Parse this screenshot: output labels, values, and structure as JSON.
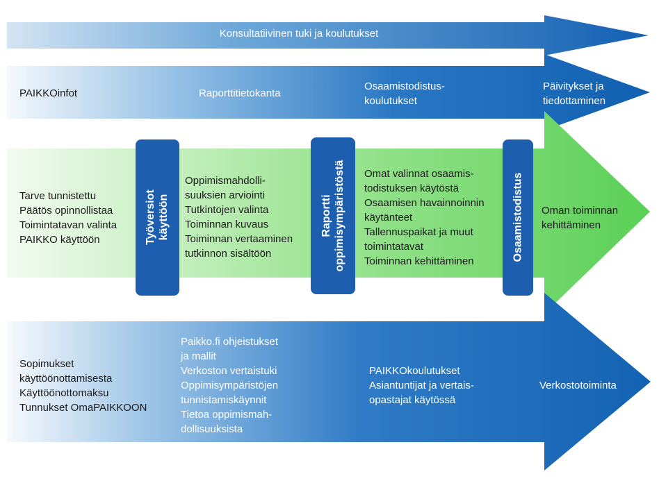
{
  "rows": {
    "consulting": {
      "label": "Konsultatiivinen tuki ja koulutukset"
    },
    "info": {
      "items": [
        "PAIKKOinfot",
        "Raporttitietokanta",
        "Osaamistodistus-\nkoulutukset",
        "Päivitykset ja\ntiedottaminen"
      ]
    },
    "process": {
      "col1": "Tarve tunnistettu\nPäätös opinnollistaa\nToimintatavan valinta\nPAIKKO käyttöön",
      "col2": "Oppimismahdolli-\nsuuksien arviointi\nTutkintojen valinta\nToiminnan kuvaus\nToiminnan vertaaminen\ntutkinnon sisältöön",
      "col3": "Omat valinnat osaamis-\ntodistuksen käytöstä\nOsaamisen havainnoinnin\nkäytänteet\nTallennuspaikat ja muut\ntoimintatavat\nToiminnan kehittäminen",
      "col4": "Oman toiminnan\nkehittäminen",
      "milestones": [
        "Työversiot\nkäyttöön",
        "Raportti\noppimisympäristöstä",
        "Osaamistodistus"
      ]
    },
    "support": {
      "col1": "Sopimukset\nkäyttöönottamisesta\nKäyttöönottomaksu\nTunnukset OmaPAIKKOON",
      "col2": "Paikko.fi ohjeistukset\nja mallit\nVerkoston vertaistuki\nOppimisympäristöjen\ntunnistamiskäynnit\nTietoa oppimismah-\ndollisuuksista",
      "col3": "PAIKKOkoulutukset\nAsiantuntijat ja vertais-\nopastajat käytössä",
      "col4": "Verkostotoiminta"
    }
  },
  "colors": {
    "blue_dark": "#1565b4",
    "blue_light": "#c9dcee",
    "green_dark": "#5fd25a",
    "green_light": "#f0fbee",
    "milestone": "#1d5fae"
  }
}
